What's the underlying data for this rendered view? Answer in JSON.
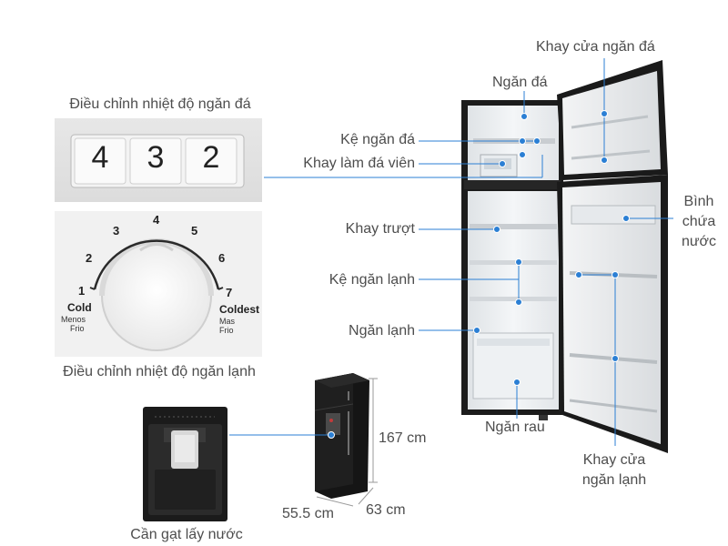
{
  "freezer_control": {
    "title": "Điều chỉnh nhiệt độ ngăn đá",
    "digits": [
      "4",
      "3",
      "2"
    ]
  },
  "fridge_control": {
    "title": "Điều chỉnh nhiệt độ ngăn lạnh",
    "scale": [
      "1",
      "2",
      "3",
      "4",
      "5",
      "6",
      "7"
    ],
    "cold_label": "Cold",
    "cold_sub1": "Menos",
    "cold_sub2": "Frio",
    "coldest_label": "Coldest",
    "coldest_sub1": "Mas",
    "coldest_sub2": "Frio"
  },
  "dispenser": {
    "caption": "Cần gạt lấy nước"
  },
  "dimensions": {
    "height": "167 cm",
    "width": "55.5 cm",
    "depth": "63 cm"
  },
  "labels": {
    "ice_door_tray": "Khay cửa ngăn đá",
    "freezer": "Ngăn đá",
    "freezer_shelf": "Kệ ngăn đá",
    "ice_tray": "Khay làm đá viên",
    "slide_tray": "Khay trượt",
    "fridge_shelf": "Kệ ngăn lạnh",
    "fridge": "Ngăn lạnh",
    "vegetable": "Ngăn rau",
    "water_tank_1": "Bình",
    "water_tank_2": "chứa",
    "water_tank_3": "nước",
    "fridge_door_tray_1": "Khay cửa",
    "fridge_door_tray_2": "ngăn lạnh"
  },
  "colors": {
    "callout": "#2b7fd4",
    "fridge_body": "#1c1c1c"
  }
}
